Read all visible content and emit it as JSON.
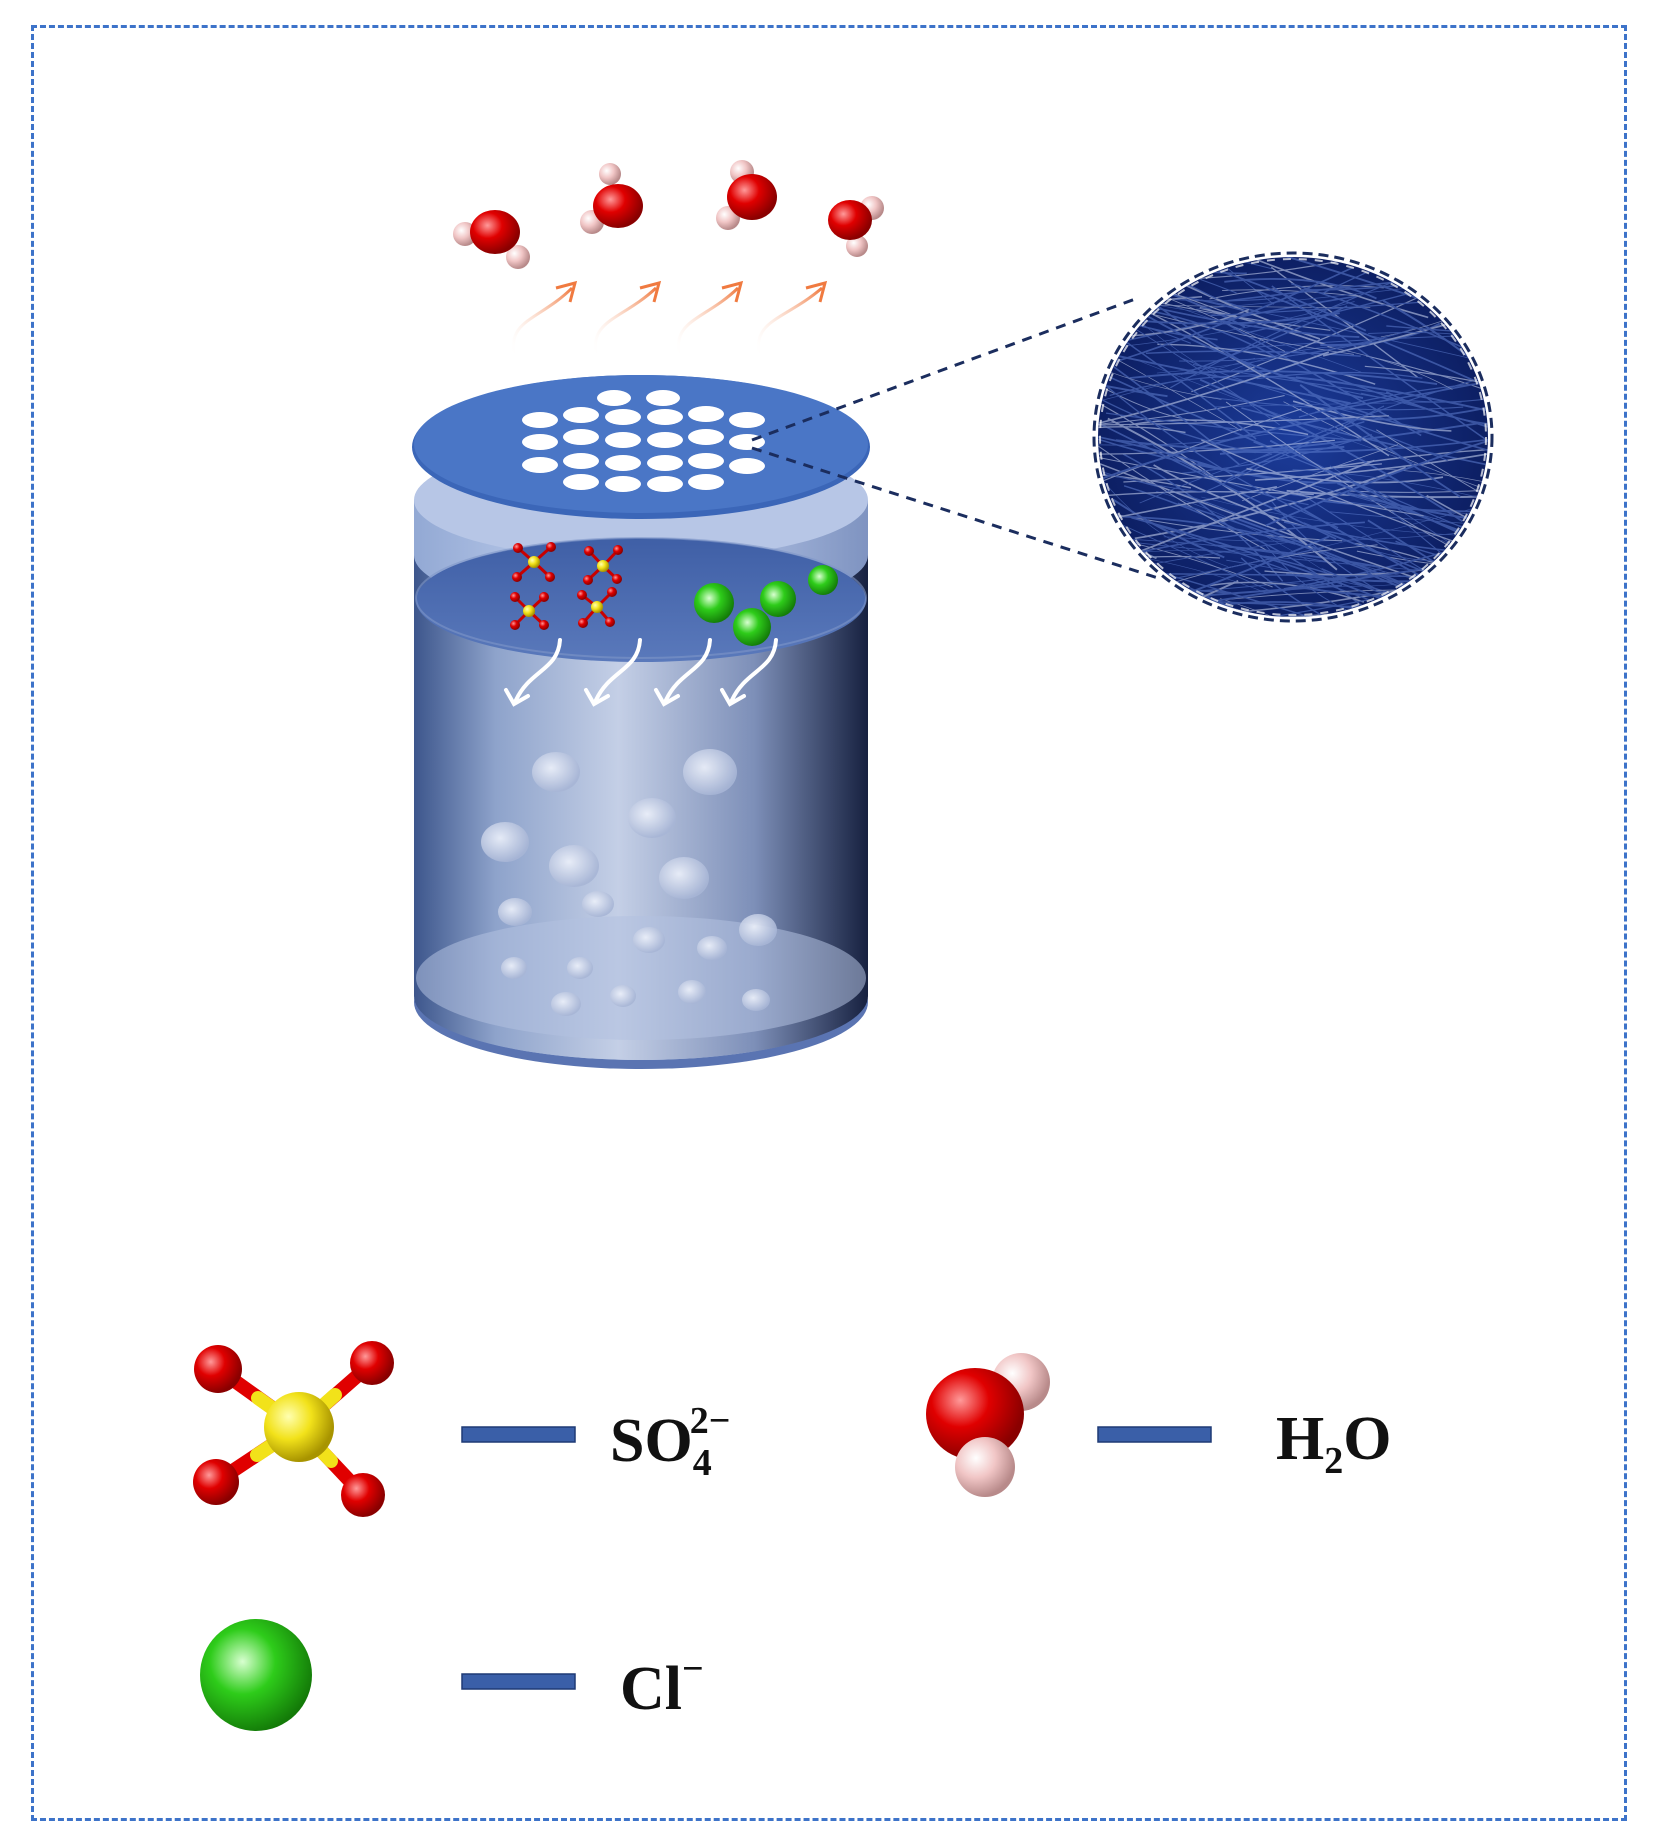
{
  "legend": {
    "sulfate": {
      "base": "SO",
      "sub": "4",
      "sup": "2−"
    },
    "water": {
      "base1": "H",
      "sub": "2",
      "base2": "O"
    },
    "chloride": {
      "base": "Cl",
      "sup": "−"
    }
  },
  "colors": {
    "frame": "#3d73c9",
    "lid": "#3b66b8",
    "tank": "#4a6aa8",
    "oxygen": "#e00000",
    "hydrogen": "#f1c6c6",
    "sulfur": "#f2e21a",
    "chloride": "#2ecc1a",
    "fiber": "#102a78",
    "legend_bar": "#3a5fa8"
  }
}
